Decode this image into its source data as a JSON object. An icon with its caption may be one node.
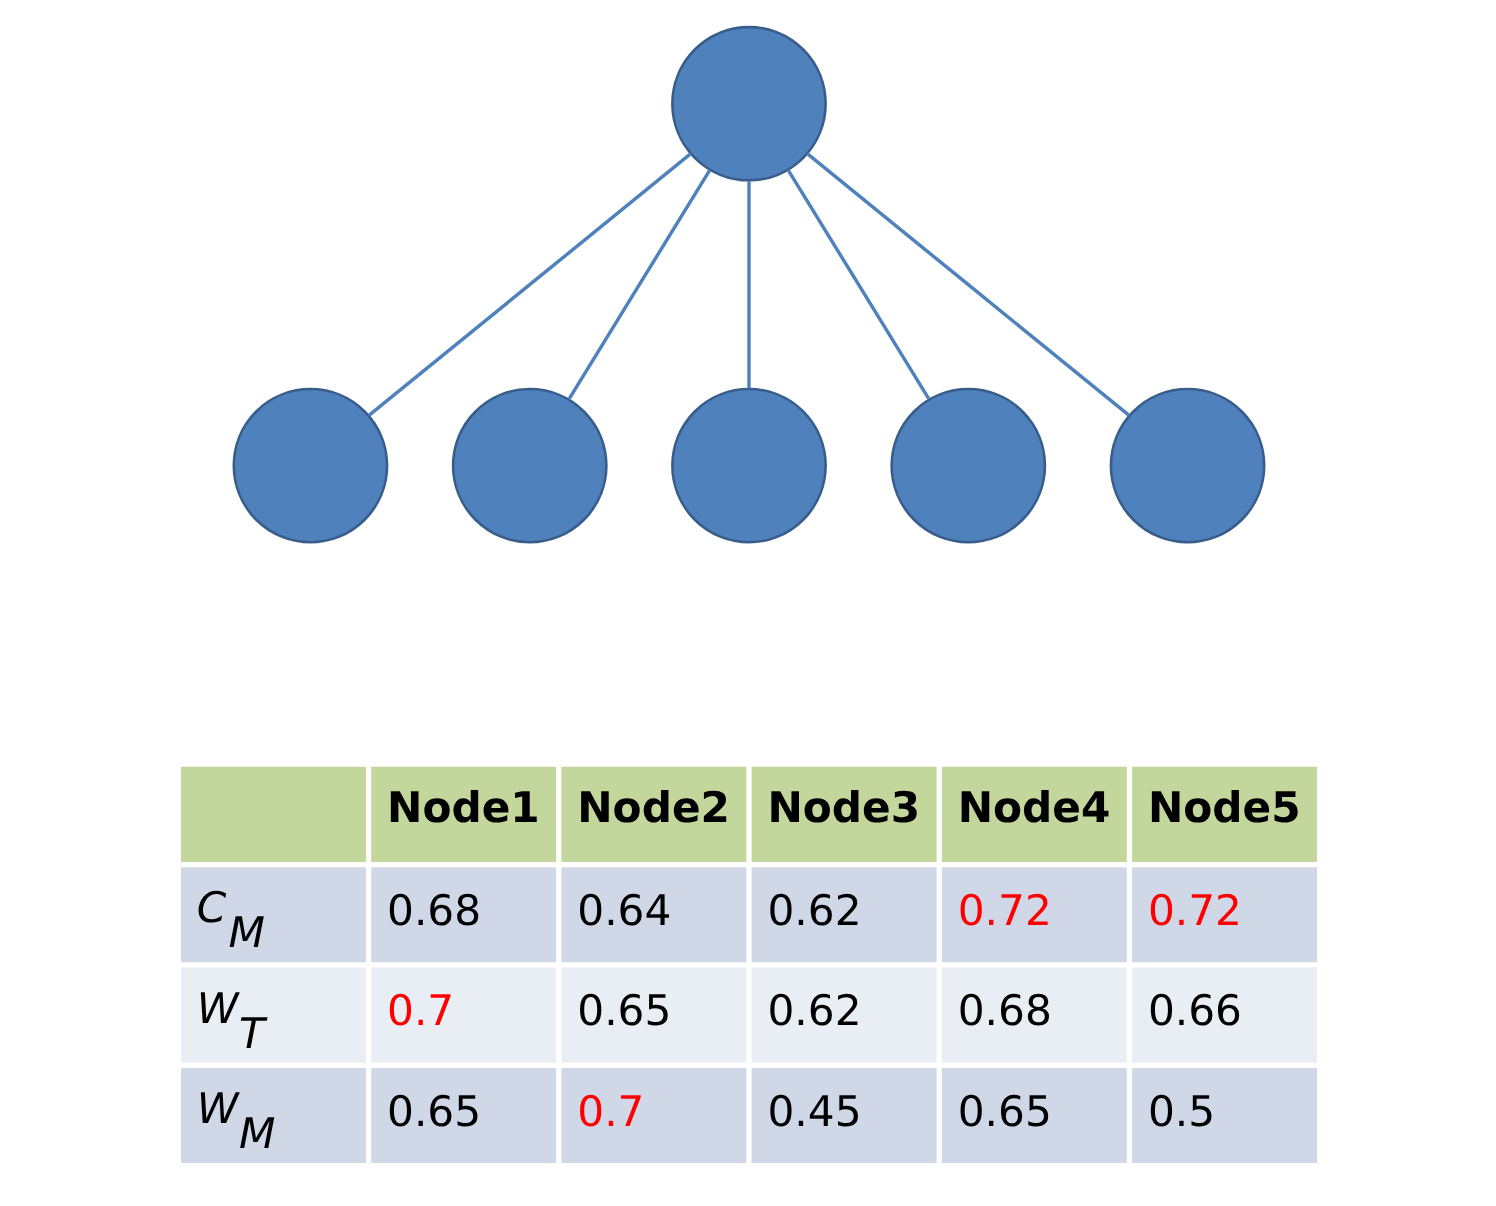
{
  "diagram": {
    "nodes": [
      {
        "text": [],
        "shape": "circle"
      },
      {
        "text": [],
        "shape": "circle"
      },
      {
        "text": [],
        "shape": "circle"
      },
      {
        "text": [],
        "shape": "circle"
      },
      {
        "text": [],
        "shape": "circle"
      },
      {
        "text": [],
        "shape": "circle"
      }
    ],
    "edges": [
      {
        "from": 0,
        "to": 1,
        "arrow": "none"
      },
      {
        "from": 0,
        "to": 2,
        "arrow": "none"
      },
      {
        "from": 0,
        "to": 3,
        "arrow": "none"
      },
      {
        "from": 0,
        "to": 4,
        "arrow": "none"
      },
      {
        "from": 0,
        "to": 5,
        "arrow": "none"
      }
    ],
    "labels": [
      "Node1",
      "Node2",
      "Node3",
      "Node4",
      "Node5",
      "C$_{M}$",
      "0.68",
      "0.64",
      "0.62",
      "0.72",
      "0.72",
      "W$_{T}$",
      "0.7",
      "0.65",
      "0.62",
      "0.68",
      "0.66",
      "W$_{M}$",
      "0.65",
      "0.7",
      "0.45",
      "0.65",
      "0.5"
    ]
  }
}
